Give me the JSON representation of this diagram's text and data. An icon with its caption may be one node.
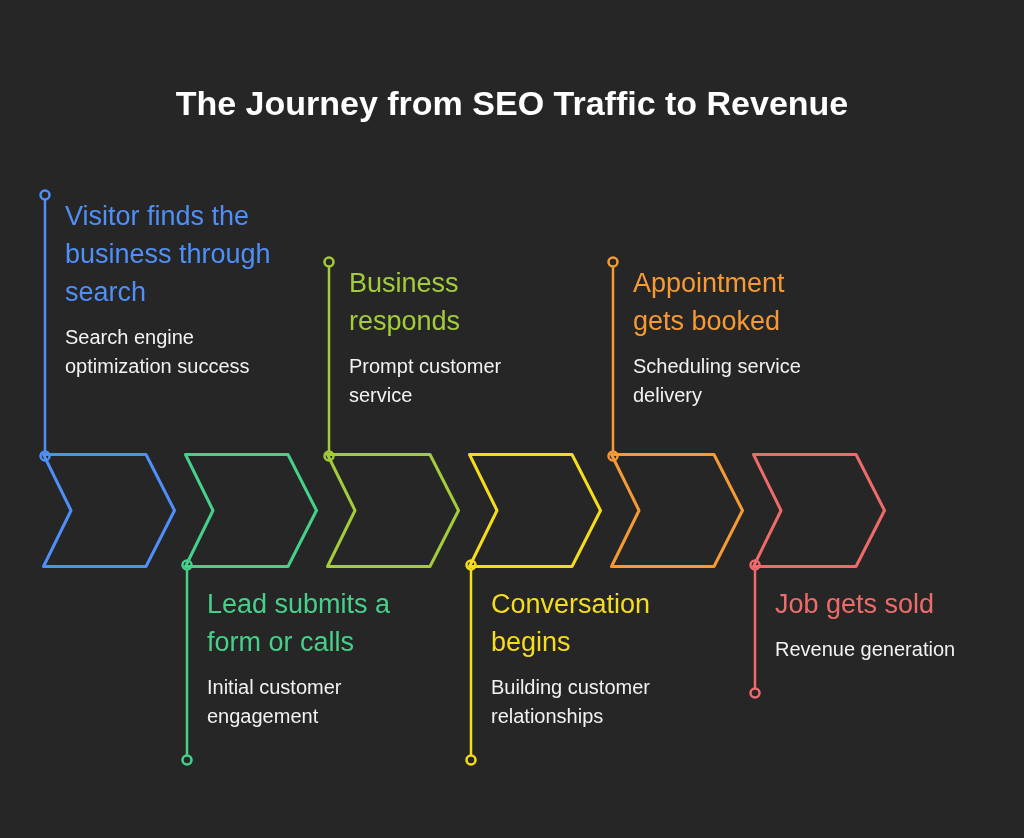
{
  "diagram": {
    "title": "The Journey from SEO Traffic to Revenue",
    "nodes": [
      {
        "text": [
          "Visitor finds the business through search",
          "Search engine optimization success"
        ]
      },
      {
        "text": [
          "Lead submits a form or calls",
          "Initial customer engagement"
        ]
      },
      {
        "text": [
          "Business responds",
          "Prompt customer service"
        ]
      },
      {
        "text": [
          "Conversation begins",
          "Building customer relationships"
        ]
      },
      {
        "text": [
          "Appointment gets booked",
          "Scheduling service delivery"
        ]
      },
      {
        "text": [
          "Job gets sold",
          "Revenue generation"
        ]
      },
      {
        "text": [],
        "shape": "chevron"
      },
      {
        "text": [],
        "shape": "chevron"
      },
      {
        "text": [],
        "shape": "chevron"
      },
      {
        "text": [],
        "shape": "chevron"
      },
      {
        "text": [],
        "shape": "chevron"
      },
      {
        "text": [],
        "shape": "chevron"
      }
    ],
    "edges": [
      {
        "from": 0,
        "to": 6,
        "arrow": "other",
        "color": "#4f8ff7"
      },
      {
        "from": 1,
        "to": 7,
        "arrow": "other",
        "color": "#45d18a"
      },
      {
        "from": 2,
        "to": 8,
        "arrow": "other",
        "color": "#a3cc3a"
      },
      {
        "from": 3,
        "to": 9,
        "arrow": "other",
        "color": "#f5dd1c"
      },
      {
        "from": 4,
        "to": 10,
        "arrow": "other",
        "color": "#f59a34"
      },
      {
        "from": 5,
        "to": 11,
        "arrow": "other",
        "color": "#ef6b6b"
      }
    ]
  }
}
